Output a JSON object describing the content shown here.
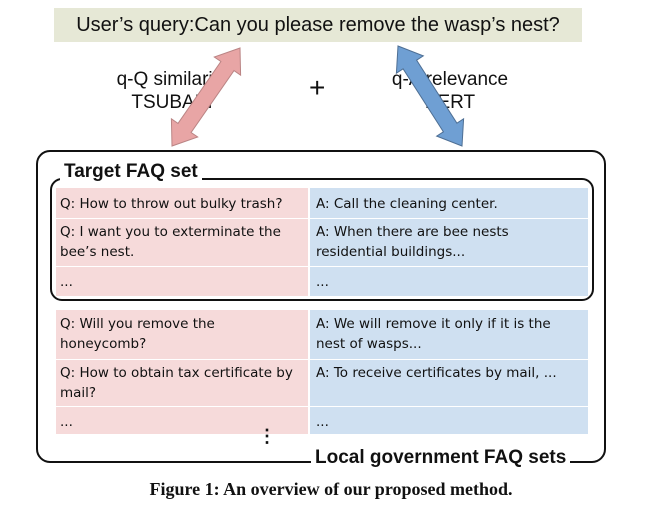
{
  "query": "User’s query:Can you please remove the wasp’s nest?",
  "methods": {
    "left": {
      "line1": "q-Q similarity",
      "line2": "TSUBAKI"
    },
    "right": {
      "line1": "q-A relevance",
      "line2": "BERT"
    },
    "plus": "+"
  },
  "colors": {
    "q_column": "#f6dada",
    "a_column": "#cfe0f1",
    "query_bg": "#e6e8d6",
    "left_arrow": "#e8a5a5",
    "right_arrow": "#6f9fd3"
  },
  "target_set": {
    "label": "Target FAQ set",
    "rows": [
      {
        "q": "Q: How to throw out bulky trash?",
        "a": "A: Call the cleaning center."
      },
      {
        "q": "Q: I want you to exterminate the\nbee’s nest.",
        "a": "A: When there are bee nests\nresidential buildings..."
      },
      {
        "q": "...",
        "a": "..."
      }
    ]
  },
  "local_sets": {
    "label": "Local government FAQ sets",
    "rows": [
      {
        "q": "Q: Will you remove the\nhoneycomb?",
        "a": "A: We will remove it only if it is the\nnest of wasps..."
      },
      {
        "q": "Q: How to obtain tax certificate by\nmail?",
        "a": "A: To receive certificates by mail, ..."
      },
      {
        "q": "...",
        "a": "..."
      }
    ],
    "more": "⋮"
  },
  "caption": "Figure 1: An overview of our proposed method."
}
